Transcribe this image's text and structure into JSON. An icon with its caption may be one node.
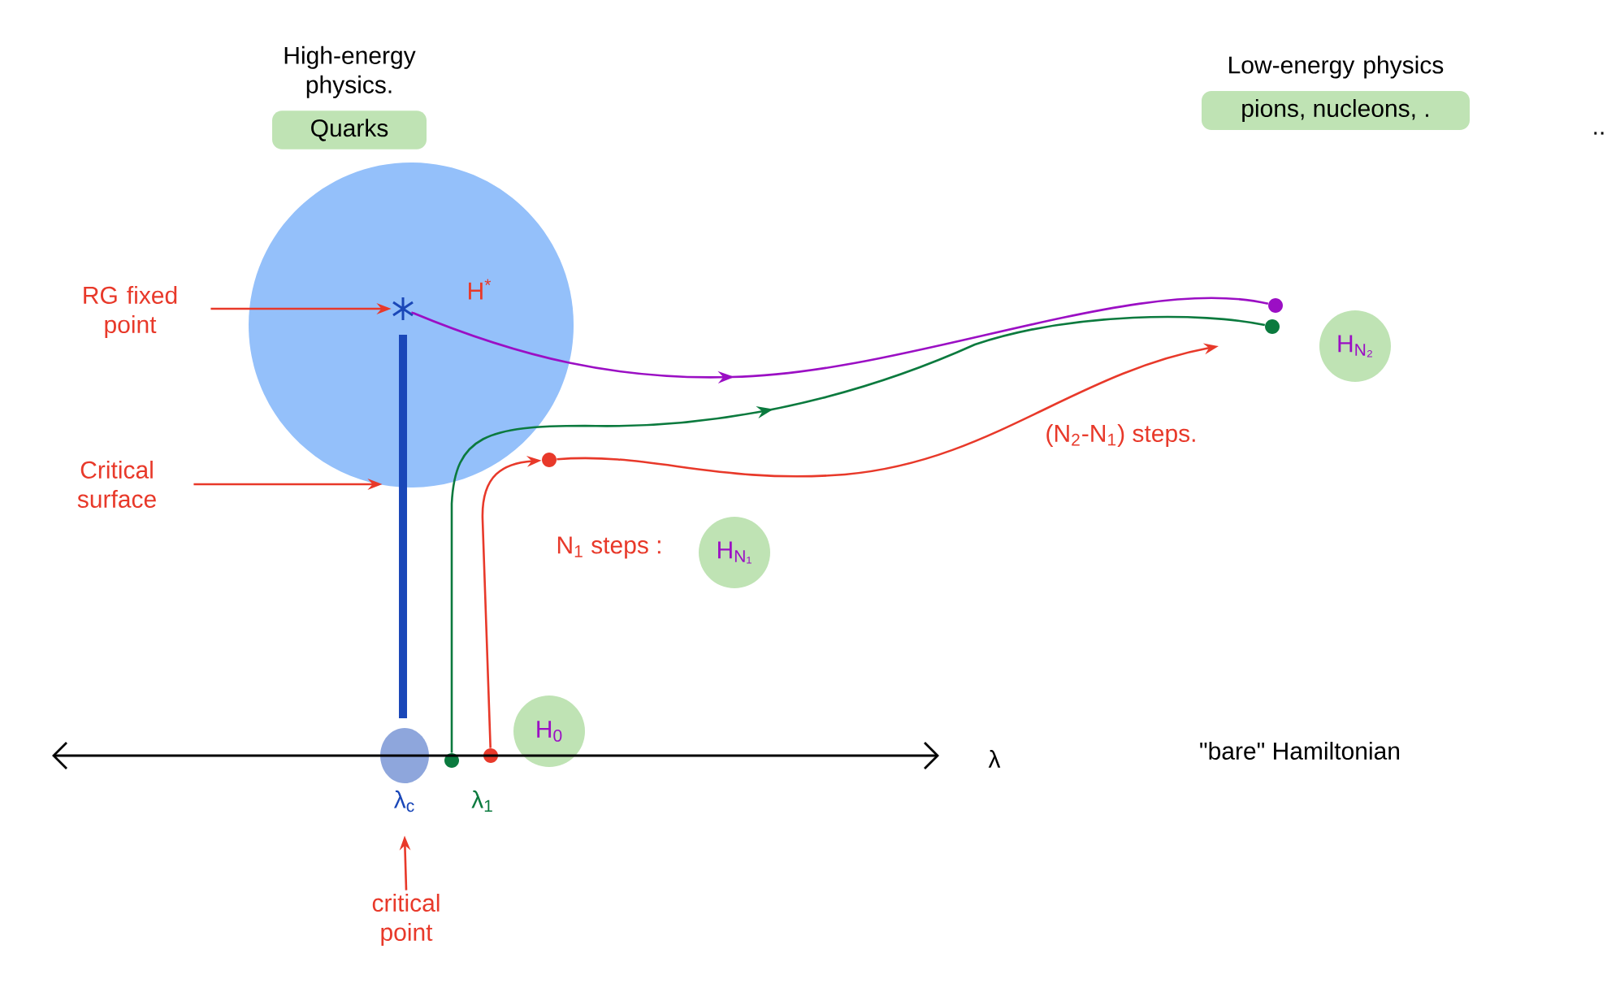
{
  "diagram": {
    "nodes": [
      {
        "text": [
          "High-energy physics.",
          "Quarks"
        ]
      },
      {
        "text": [
          "Low-energy physics",
          "pions, nucleons, ."
        ]
      },
      {
        "text": [
          "H$^{*}$"
        ]
      },
      {
        "text": [],
        "shape": "star",
        "in": 2
      },
      {
        "text": [
          "RG fixed point"
        ]
      },
      {
        "text": [
          "Critical surface"
        ]
      },
      {
        "text": [],
        "shape": "bar"
      },
      {
        "text": [],
        "shape": "circle",
        "beside": [
          "λ$_{c}$"
        ]
      },
      {
        "text": [
          "critical point"
        ]
      },
      {
        "text": [
          "H$_{0}$"
        ]
      },
      {
        "text": [],
        "shape": "circle",
        "beside": [
          "λ$_{1}$"
        ]
      },
      {
        "text": [],
        "shape": "circle"
      },
      {
        "text": [],
        "shape": "circle"
      },
      {
        "text": [
          "H$_{N₁}$"
        ],
        "beside": [
          "N$_{1}$ steps :"
        ]
      },
      {
        "text": [],
        "shape": "circle"
      },
      {
        "text": [],
        "shape": "circle"
      },
      {
        "text": [
          "H$_{N₂}$"
        ]
      }
    ],
    "edges": [
      {
        "from": 4,
        "to": 3,
        "arrow": "to"
      },
      {
        "from": 5,
        "to": 6,
        "arrow": "to"
      },
      {
        "from": 8,
        "to": 7,
        "arrow": "to"
      },
      {
        "from": 3,
        "to": 14,
        "arrow": "to",
        "color": "#9b0fc4"
      },
      {
        "from": 10,
        "to": 15,
        "arrow": "to",
        "color": "#0b7a3e"
      },
      {
        "from": 11,
        "to": 12,
        "arrow": "to"
      },
      {
        "from": 12,
        "to": null,
        "arrow": "to",
        "label": "(N$_{2}$-N$_{1}$) steps."
      }
    ],
    "labels": [
      "..",
      "λ",
      "\"bare\" Hamiltonian"
    ]
  }
}
